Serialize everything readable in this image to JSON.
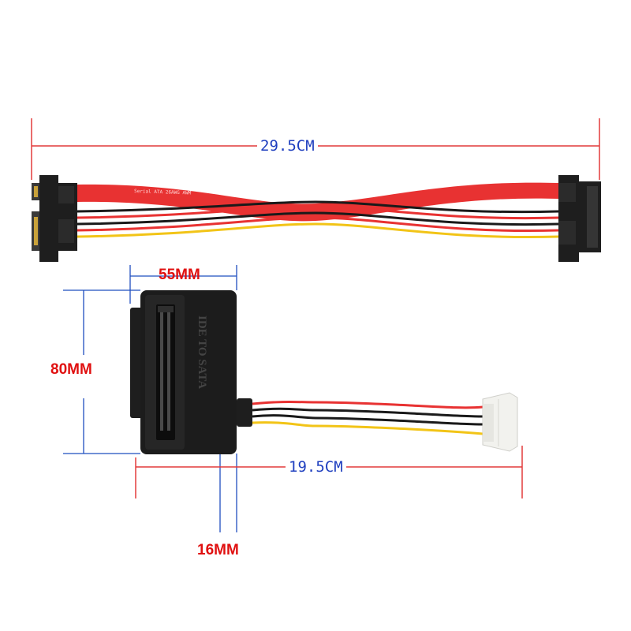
{
  "dimensions": {
    "top_cable_length": "29.5CM",
    "bottom_cable_length": "19.5CM",
    "adapter_width": "55MM",
    "adapter_height": "80MM",
    "adapter_depth": "16MM"
  },
  "cable_print": "Serial ATA 26AWG AWM",
  "adapter_text": "IDE TO SATA",
  "colors": {
    "dimension_line": "#e23a3a",
    "dimension_blue_line": "#1f4fbf",
    "dimension_blue_text": "#1f3fbf",
    "dimension_red_text": "#e01010",
    "cable_red": "#e83232",
    "cable_black": "#1a1a1a",
    "cable_yellow": "#f2c417",
    "connector_black": "#1e1e1e",
    "molex_white": "#f2f2ee"
  }
}
